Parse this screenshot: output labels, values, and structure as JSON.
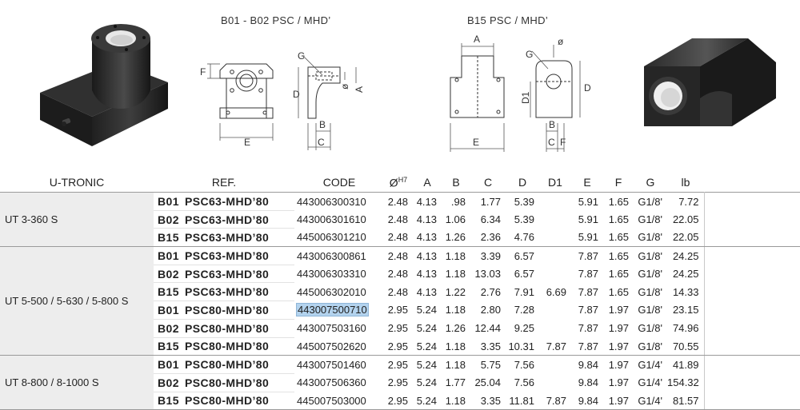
{
  "diagrams": {
    "left_title": "B01 - B02 PSC / MHD’",
    "right_title": "B15 PSC / MHD’",
    "left_labels": {
      "f": "F",
      "g": "G",
      "d": "D",
      "diam": "ø",
      "a": "A",
      "b": "B",
      "c": "C",
      "e": "E"
    },
    "right_labels": {
      "a": "A",
      "diam": "ø",
      "g": "G",
      "d1": "D1",
      "d": "D",
      "b": "B",
      "c": "C",
      "f": "F",
      "e": "E"
    }
  },
  "table": {
    "headers": {
      "group": "U-TRONIC",
      "ref": "REF.",
      "code": "CODE",
      "diam": "Ø",
      "diam_sup": "H7",
      "a": "A",
      "b": "B",
      "c": "C",
      "d": "D",
      "d1": "D1",
      "e": "E",
      "f": "F",
      "g": "G",
      "lb": "lb"
    },
    "groups": [
      {
        "name": "UT 3-360 S",
        "rows": [
          {
            "type": "B01",
            "model": "PSC63-MHD’80",
            "code": "443006300310",
            "diam": "2.48",
            "a": "4.13",
            "b": ".98",
            "c": "1.77",
            "d": "5.39",
            "d1": "",
            "e": "5.91",
            "f": "1.65",
            "g": "G1/8'",
            "lb": "7.72"
          },
          {
            "type": "B02",
            "model": "PSC63-MHD’80",
            "code": "443006301610",
            "diam": "2.48",
            "a": "4.13",
            "b": "1.06",
            "c": "6.34",
            "d": "5.39",
            "d1": "",
            "e": "5.91",
            "f": "1.65",
            "g": "G1/8'",
            "lb": "22.05"
          },
          {
            "type": "B15",
            "model": "PSC63-MHD’80",
            "code": "445006301210",
            "diam": "2.48",
            "a": "4.13",
            "b": "1.26",
            "c": "2.36",
            "d": "4.76",
            "d1": "",
            "e": "5.91",
            "f": "1.65",
            "g": "G1/8'",
            "lb": "22.05"
          }
        ]
      },
      {
        "name": "UT 5-500 / 5-630 / 5-800 S",
        "rows": [
          {
            "type": "B01",
            "model": "PSC63-MHD’80",
            "code": "443006300861",
            "diam": "2.48",
            "a": "4.13",
            "b": "1.18",
            "c": "3.39",
            "d": "6.57",
            "d1": "",
            "e": "7.87",
            "f": "1.65",
            "g": "G1/8'",
            "lb": "24.25"
          },
          {
            "type": "B02",
            "model": "PSC63-MHD’80",
            "code": "443006303310",
            "diam": "2.48",
            "a": "4.13",
            "b": "1.18",
            "c": "13.03",
            "d": "6.57",
            "d1": "",
            "e": "7.87",
            "f": "1.65",
            "g": "G1/8'",
            "lb": "24.25"
          },
          {
            "type": "B15",
            "model": "PSC63-MHD’80",
            "code": "445006302010",
            "diam": "2.48",
            "a": "4.13",
            "b": "1.22",
            "c": "2.76",
            "d": "7.91",
            "d1": "6.69",
            "e": "7.87",
            "f": "1.65",
            "g": "G1/8'",
            "lb": "14.33"
          },
          {
            "type": "B01",
            "model": "PSC80-MHD’80",
            "code": "443007500710",
            "diam": "2.95",
            "a": "5.24",
            "b": "1.18",
            "c": "2.80",
            "d": "7.28",
            "d1": "",
            "e": "7.87",
            "f": "1.97",
            "g": "G1/8'",
            "lb": "23.15",
            "selected": true
          },
          {
            "type": "B02",
            "model": "PSC80-MHD’80",
            "code": "443007503160",
            "diam": "2.95",
            "a": "5.24",
            "b": "1.26",
            "c": "12.44",
            "d": "9.25",
            "d1": "",
            "e": "7.87",
            "f": "1.97",
            "g": "G1/8'",
            "lb": "74.96"
          },
          {
            "type": "B15",
            "model": "PSC80-MHD’80",
            "code": "445007502620",
            "diam": "2.95",
            "a": "5.24",
            "b": "1.18",
            "c": "3.35",
            "d": "10.31",
            "d1": "7.87",
            "e": "7.87",
            "f": "1.97",
            "g": "G1/8'",
            "lb": "70.55"
          }
        ]
      },
      {
        "name": "UT 8-800 / 8-1000 S",
        "rows": [
          {
            "type": "B01",
            "model": "PSC80-MHD’80",
            "code": "443007501460",
            "diam": "2.95",
            "a": "5.24",
            "b": "1.18",
            "c": "5.75",
            "d": "7.56",
            "d1": "",
            "e": "9.84",
            "f": "1.97",
            "g": "G1/4'",
            "lb": "41.89"
          },
          {
            "type": "B02",
            "model": "PSC80-MHD’80",
            "code": "443007506360",
            "diam": "2.95",
            "a": "5.24",
            "b": "1.77",
            "c": "25.04",
            "d": "7.56",
            "d1": "",
            "e": "9.84",
            "f": "1.97",
            "g": "G1/4'",
            "lb": "154.32"
          },
          {
            "type": "B15",
            "model": "PSC80-MHD’80",
            "code": "445007503000",
            "diam": "2.95",
            "a": "5.24",
            "b": "1.18",
            "c": "3.35",
            "d": "11.81",
            "d1": "7.87",
            "e": "9.84",
            "f": "1.97",
            "g": "G1/4'",
            "lb": "81.57"
          }
        ]
      }
    ]
  },
  "colors": {
    "highlight": "#b3d3ee",
    "group_bg": "#ededed",
    "rule": "#9a9a9a"
  }
}
